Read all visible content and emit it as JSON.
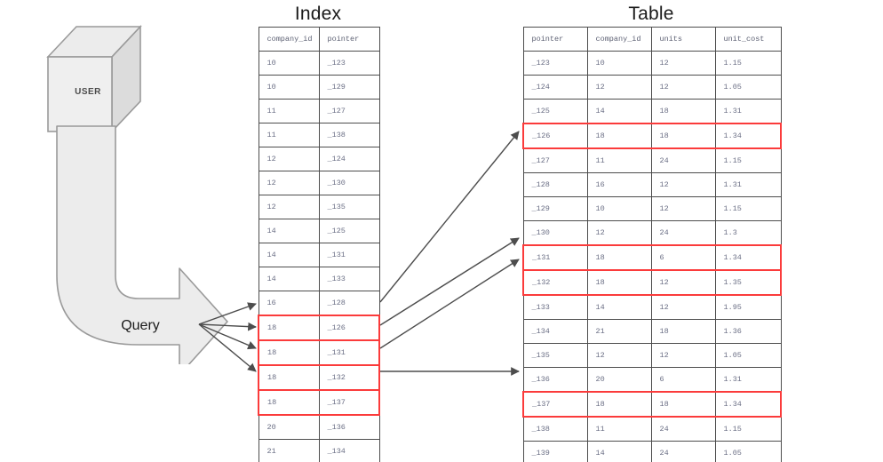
{
  "diagram": {
    "index_title": "Index",
    "table_title": "Table",
    "user_label": "USER",
    "query_label": "Query",
    "highlight_color": "#fb3b3b",
    "line_color": "#4d4d4d",
    "shape_fill": "#ececec",
    "shape_stroke": "#9a9a9a"
  },
  "index_table": {
    "columns": [
      "company_id",
      "pointer"
    ],
    "rows": [
      {
        "company_id": "10",
        "pointer": "_123",
        "highlight": false
      },
      {
        "company_id": "10",
        "pointer": "_129",
        "highlight": false
      },
      {
        "company_id": "11",
        "pointer": "_127",
        "highlight": false
      },
      {
        "company_id": "11",
        "pointer": "_138",
        "highlight": false
      },
      {
        "company_id": "12",
        "pointer": "_124",
        "highlight": false
      },
      {
        "company_id": "12",
        "pointer": "_130",
        "highlight": false
      },
      {
        "company_id": "12",
        "pointer": "_135",
        "highlight": false
      },
      {
        "company_id": "14",
        "pointer": "_125",
        "highlight": false
      },
      {
        "company_id": "14",
        "pointer": "_131",
        "highlight": false
      },
      {
        "company_id": "14",
        "pointer": "_133",
        "highlight": false
      },
      {
        "company_id": "16",
        "pointer": "_128",
        "highlight": false
      },
      {
        "company_id": "18",
        "pointer": "_126",
        "highlight": true
      },
      {
        "company_id": "18",
        "pointer": "_131",
        "highlight": true
      },
      {
        "company_id": "18",
        "pointer": "_132",
        "highlight": true
      },
      {
        "company_id": "18",
        "pointer": "_137",
        "highlight": true
      },
      {
        "company_id": "20",
        "pointer": "_136",
        "highlight": false
      },
      {
        "company_id": "21",
        "pointer": "_134",
        "highlight": false
      }
    ]
  },
  "main_table": {
    "columns": [
      "pointer",
      "company_id",
      "units",
      "unit_cost"
    ],
    "rows": [
      {
        "pointer": "_123",
        "company_id": "10",
        "units": "12",
        "unit_cost": "1.15",
        "highlight": false
      },
      {
        "pointer": "_124",
        "company_id": "12",
        "units": "12",
        "unit_cost": "1.05",
        "highlight": false
      },
      {
        "pointer": "_125",
        "company_id": "14",
        "units": "18",
        "unit_cost": "1.31",
        "highlight": false
      },
      {
        "pointer": "_126",
        "company_id": "18",
        "units": "18",
        "unit_cost": "1.34",
        "highlight": true
      },
      {
        "pointer": "_127",
        "company_id": "11",
        "units": "24",
        "unit_cost": "1.15",
        "highlight": false
      },
      {
        "pointer": "_128",
        "company_id": "16",
        "units": "12",
        "unit_cost": "1.31",
        "highlight": false
      },
      {
        "pointer": "_129",
        "company_id": "10",
        "units": "12",
        "unit_cost": "1.15",
        "highlight": false
      },
      {
        "pointer": "_130",
        "company_id": "12",
        "units": "24",
        "unit_cost": "1.3",
        "highlight": false
      },
      {
        "pointer": "_131",
        "company_id": "18",
        "units": "6",
        "unit_cost": "1.34",
        "highlight": true
      },
      {
        "pointer": "_132",
        "company_id": "18",
        "units": "12",
        "unit_cost": "1.35",
        "highlight": true
      },
      {
        "pointer": "_133",
        "company_id": "14",
        "units": "12",
        "unit_cost": "1.95",
        "highlight": false
      },
      {
        "pointer": "_134",
        "company_id": "21",
        "units": "18",
        "unit_cost": "1.36",
        "highlight": false
      },
      {
        "pointer": "_135",
        "company_id": "12",
        "units": "12",
        "unit_cost": "1.05",
        "highlight": false
      },
      {
        "pointer": "_136",
        "company_id": "20",
        "units": "6",
        "unit_cost": "1.31",
        "highlight": false
      },
      {
        "pointer": "_137",
        "company_id": "18",
        "units": "18",
        "unit_cost": "1.34",
        "highlight": true
      },
      {
        "pointer": "_138",
        "company_id": "11",
        "units": "24",
        "unit_cost": "1.15",
        "highlight": false
      },
      {
        "pointer": "_139",
        "company_id": "14",
        "units": "24",
        "unit_cost": "1.05",
        "highlight": false
      }
    ]
  }
}
